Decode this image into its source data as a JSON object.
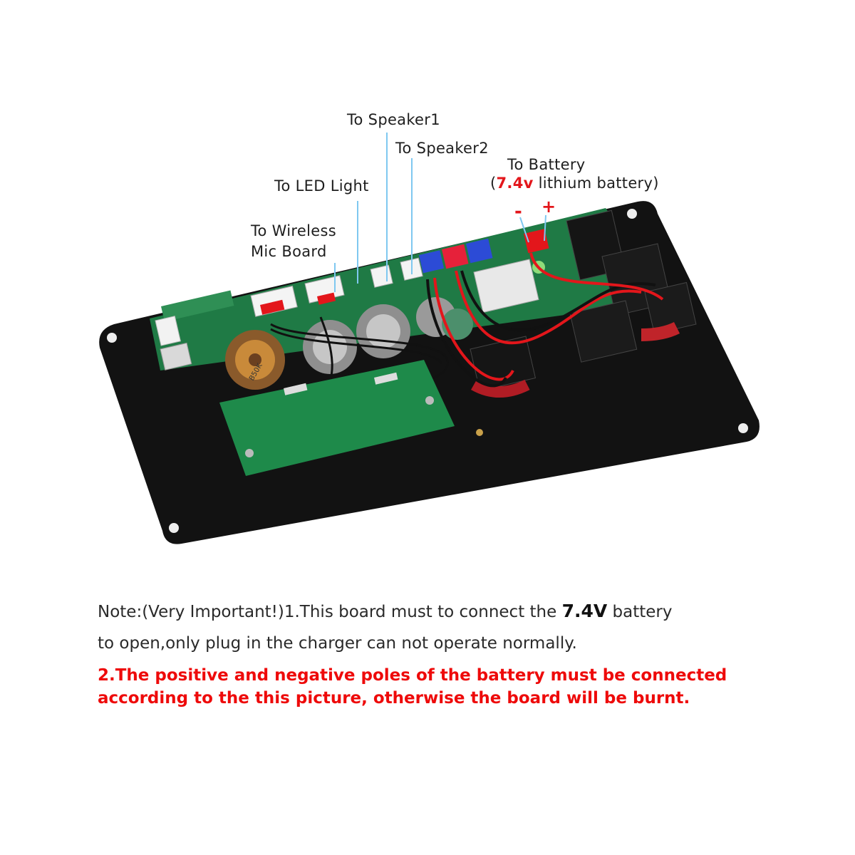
{
  "labels": {
    "speaker1": "To Speaker1",
    "speaker2": "To Speaker2",
    "battery_title": "To Battery",
    "battery_open": "(",
    "battery_voltage": "7.4v",
    "battery_rest": " lithium battery)",
    "led_light": "To LED Light",
    "wireless_line1": "To Wireless",
    "wireless_line2": "Mic Board",
    "minus": "-",
    "plus": "+"
  },
  "board_print": {
    "pot_marking": "B50K"
  },
  "note": {
    "line1_prefix": "Note:(Very Important!)1.This board must to connect the ",
    "line1_voltage": "7.4V",
    "line1_suffix": " battery",
    "line2": "to open,only plug in the charger can not operate normally.",
    "warning_line1": "2.The positive and negative poles of the battery must be connected",
    "warning_line2": "according to the this picture, otherwise the board will be burnt."
  },
  "colors": {
    "pointer_line": "#7fc8f0",
    "accent_red": "#e3161b",
    "pcb_green": "#1f7a45",
    "metal_plate": "#121212"
  }
}
